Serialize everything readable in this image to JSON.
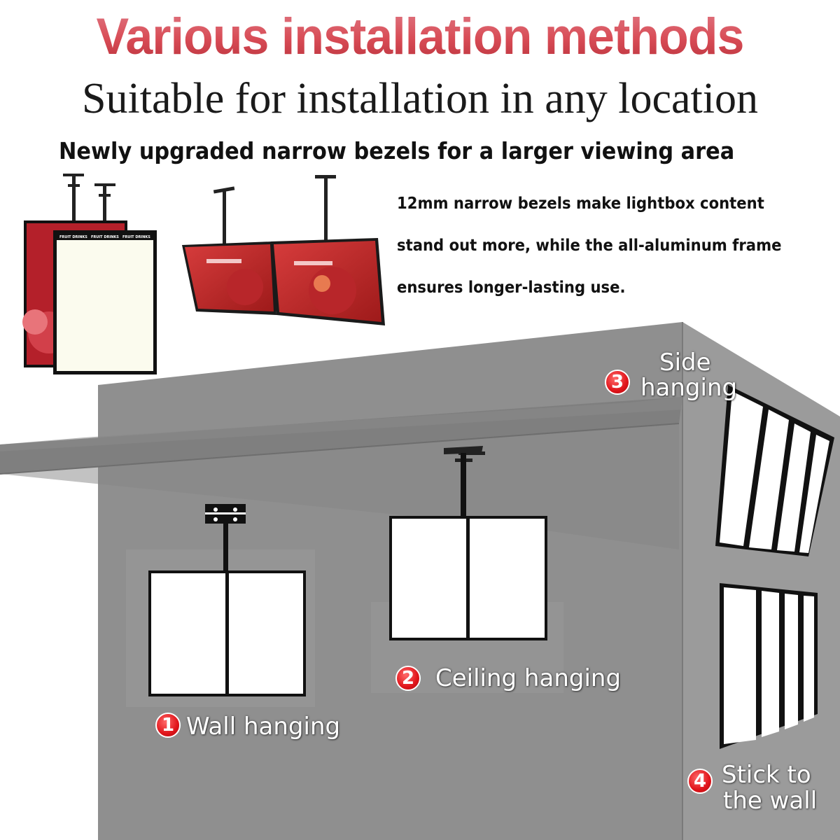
{
  "header": {
    "title": "Various installation methods",
    "subtitle": "Suitable for installation in any location",
    "upgrade_heading": "Newly upgraded narrow bezels for a larger viewing area"
  },
  "description": {
    "lines": [
      "12mm narrow bezels make lightbox content",
      "stand out more, while the all-aluminum frame",
      "ensures longer-lasting use."
    ]
  },
  "product_photo": {
    "panel_text": "FRUIT DRINKS"
  },
  "methods": [
    {
      "number": "1",
      "label": "Wall hanging"
    },
    {
      "number": "2",
      "label": "Ceiling hanging"
    },
    {
      "number": "3",
      "label_line1": "Side",
      "label_line2": "hanging"
    },
    {
      "number": "4",
      "label_line1": "Stick to",
      "label_line2": "the wall"
    }
  ],
  "colors": {
    "title_red": "#d84b55",
    "badge_red": "#e0141a",
    "wall_gray": "#8f8f8f"
  }
}
